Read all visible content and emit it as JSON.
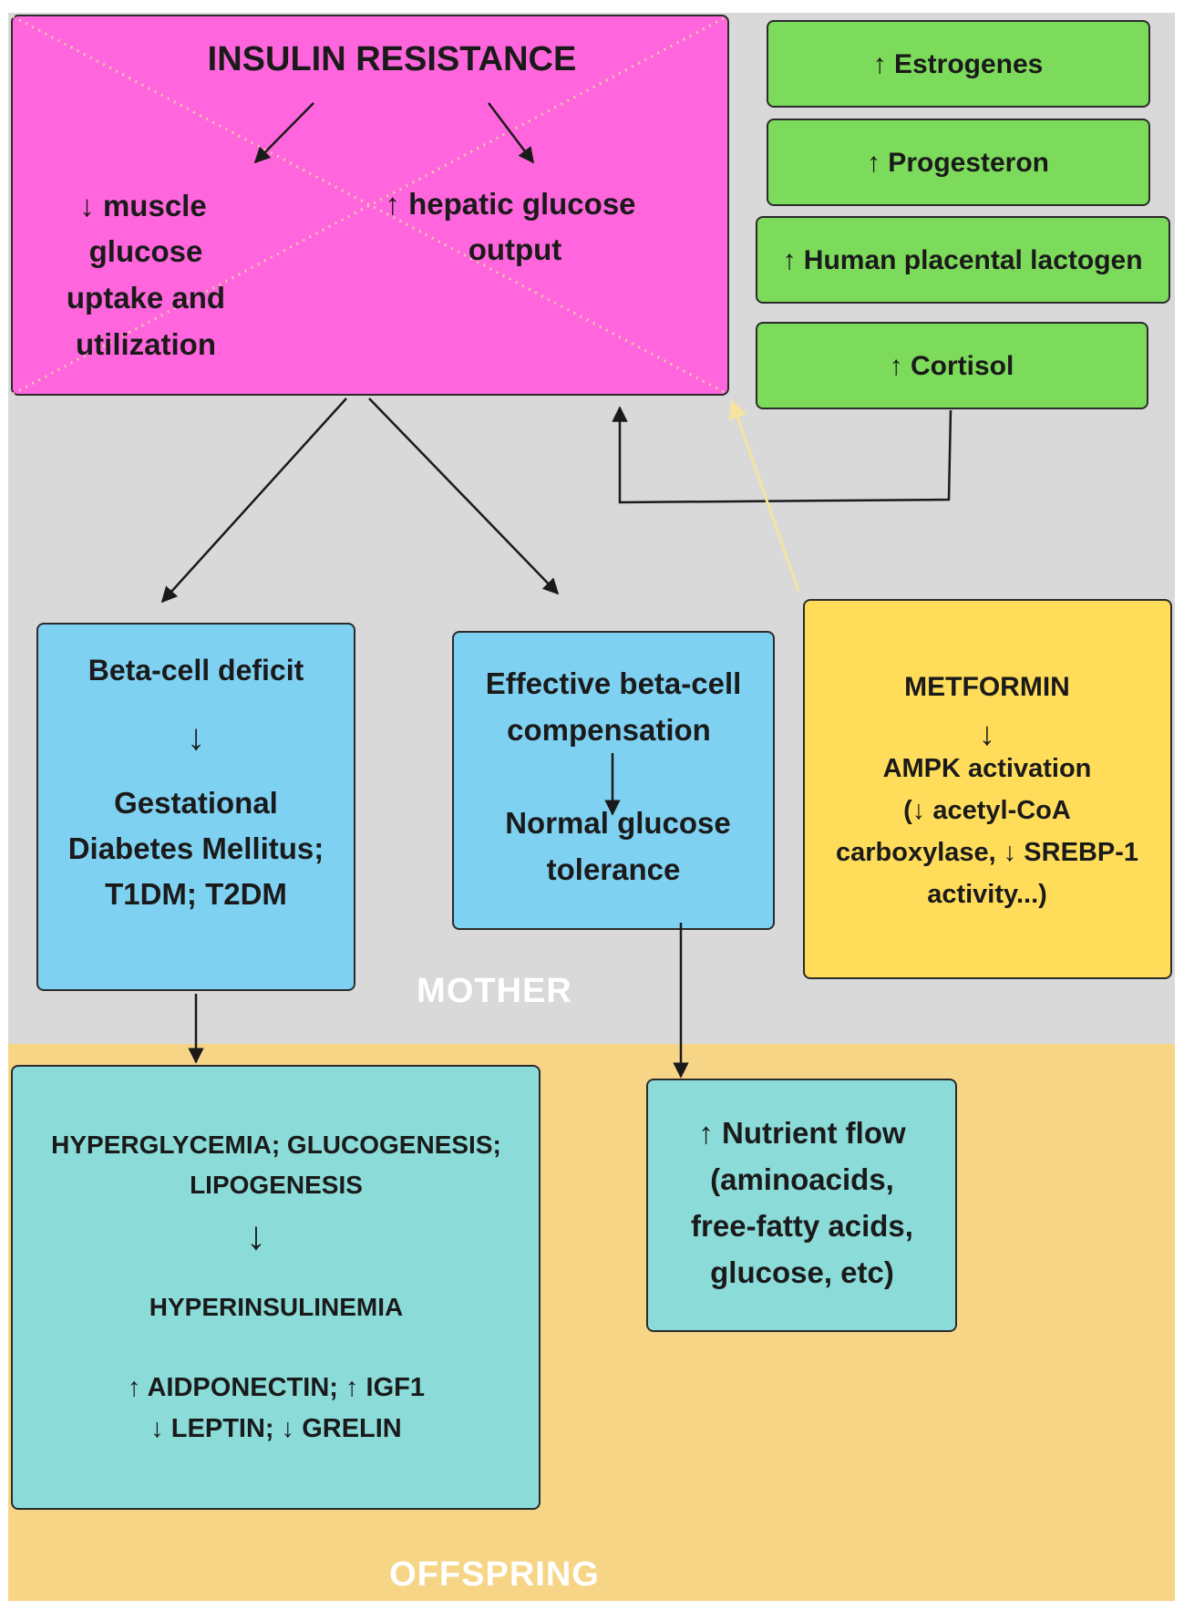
{
  "zones": {
    "mother": "MOTHER",
    "offspring": "OFFSPRING"
  },
  "insulin_resistance": {
    "title": "INSULIN RESISTANCE",
    "left_lines": [
      "↓ muscle",
      "glucose",
      "uptake and",
      "utilization"
    ],
    "right_lines": [
      "↑ hepatic glucose",
      "output"
    ]
  },
  "hormones": [
    "↑ Estrogenes",
    "↑ Progesteron",
    "↑ Human placental lactogen",
    "↑ Cortisol"
  ],
  "beta_deficit": {
    "heading": "Beta-cell deficit",
    "arrow": "↓",
    "outcome_lines": [
      "Gestational",
      "Diabetes Mellitus;",
      "T1DM; T2DM"
    ]
  },
  "beta_compensation": {
    "heading_lines": [
      "Effective beta-cell",
      "compensation"
    ],
    "outcome_lines": [
      "Normal glucose",
      "tolerance"
    ]
  },
  "metformin": {
    "title": "METFORMIN",
    "arrow": "↓",
    "lines": [
      "AMPK activation",
      "(↓ acetyl-CoA",
      "carboxylase, ↓  SREBP-1",
      "activity...)"
    ]
  },
  "offspring_left": {
    "lines_top": [
      "HYPERGLYCEMIA; GLUCOGENESIS;",
      "LIPOGENESIS"
    ],
    "arrow": "↓",
    "middle": "HYPERINSULINEMIA",
    "lines_bottom": [
      "↑ AIDPONECTIN; ↑ IGF1",
      "↓ LEPTIN; ↓ GRELIN"
    ]
  },
  "nutrient_flow": {
    "lines": [
      "↑ Nutrient flow",
      "(aminoacids,",
      "free-fatty acids,",
      "glucose, etc)"
    ]
  },
  "colors": {
    "mother_bg": "#d9d9d9",
    "offspring_bg": "#f6d587",
    "insulin_box": "#ff66dd",
    "hormone_box": "#7ddb5b",
    "beta_box": "#7fd1f2",
    "offspring_box": "#8bdcd9",
    "metformin_box": "#ffdd5a"
  }
}
